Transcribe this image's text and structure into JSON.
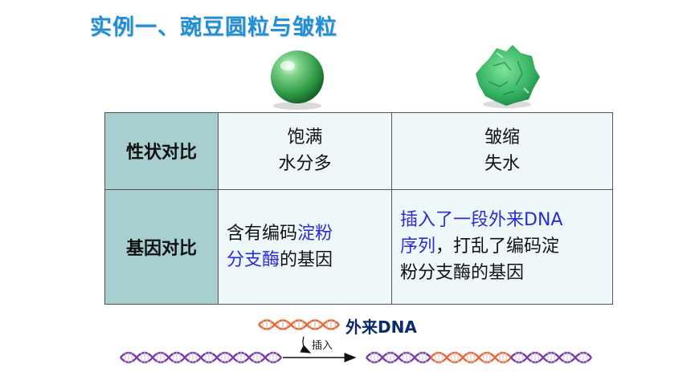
{
  "title": "实例一、豌豆圆粒与皱粒",
  "table": {
    "rows": [
      {
        "header": "性状对比",
        "col1": [
          "饱满",
          "水分多"
        ],
        "col2": [
          "皱缩",
          "失水"
        ]
      },
      {
        "header": "基因对比",
        "col1_parts": [
          "含有编码",
          "淀粉",
          "分支酶",
          "的基因"
        ],
        "col2_parts": [
          "插入了一段外来DNA",
          "序列",
          "，打乱了编码淀",
          "粉分支酶的基因"
        ]
      }
    ]
  },
  "diagram": {
    "foreign_dna_label": "外来DNA",
    "insert_label": "插入"
  },
  "colors": {
    "title": "#1f8fd6",
    "header_bg": "#a7cfd0",
    "cell_bg": "#eef7f9",
    "highlight": "#2b2bd8",
    "dna_purple": "#7b3fa8",
    "dna_orange": "#e8693a"
  }
}
